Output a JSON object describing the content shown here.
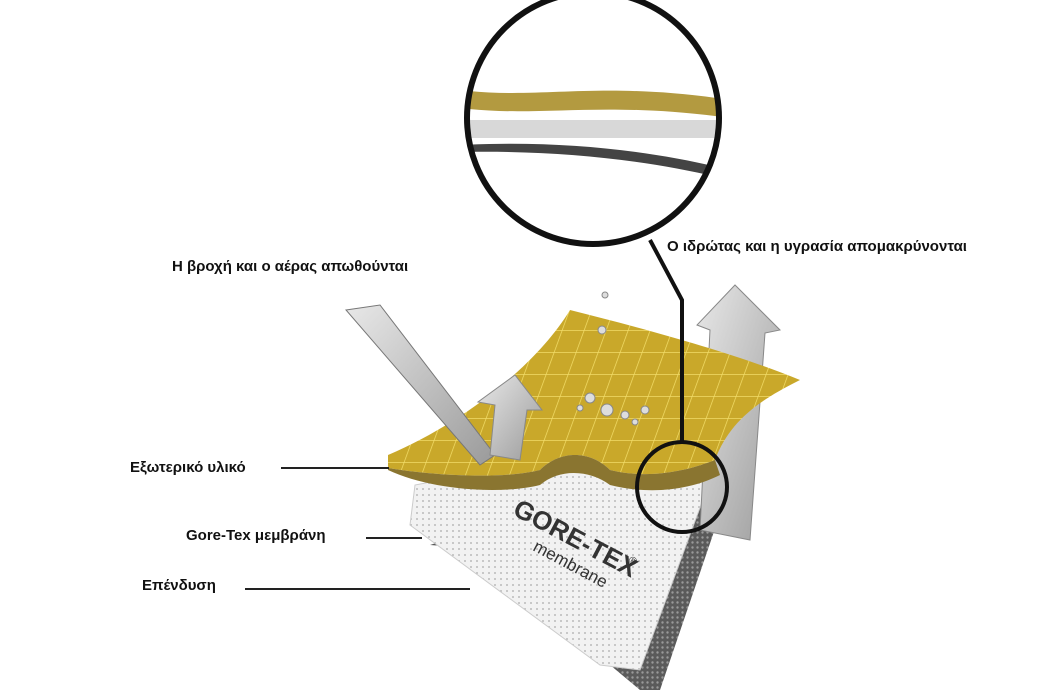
{
  "callouts": {
    "rain_wind": "Η βροχή και ο αέρας απωθούνται",
    "sweat": "Ο ιδρώτας και η υγρασία απομακρύνονται"
  },
  "layers": {
    "outer": "Εξωτερικό υλικό",
    "membrane": "Gore-Tex μεμβράνη",
    "lining": "Επένδυση"
  },
  "logo": {
    "brand": "GORE-TEX",
    "registered": "®",
    "sub": "membrane"
  },
  "colors": {
    "outer_fabric": "#c9a82a",
    "grid": "#f3de6a",
    "membrane": "#ededed",
    "lining": "#555555",
    "arrow": "#bdbdbd"
  }
}
